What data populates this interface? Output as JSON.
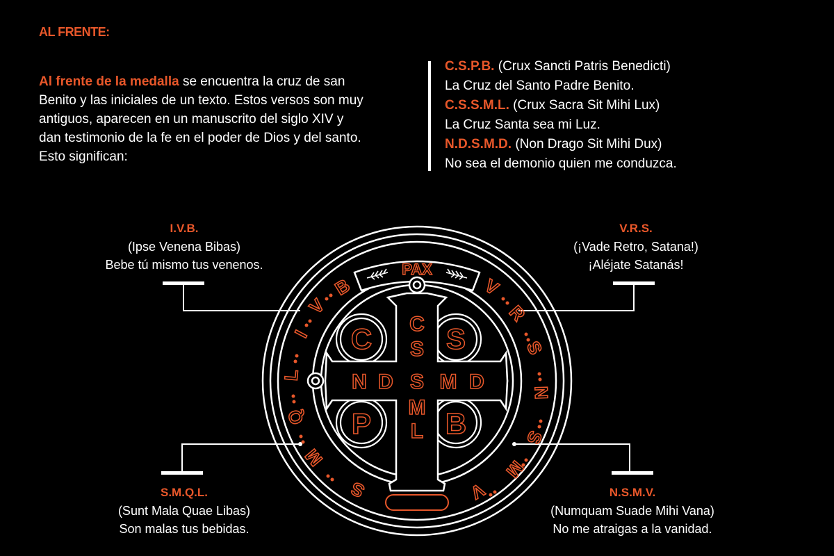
{
  "heading": "AL FRENTE:",
  "intro": {
    "highlight": "Al frente de la medalla",
    "rest": " se encuentra la cruz de san Benito y las iniciales de un texto. Estos versos son muy antiguos, aparecen en un manuscrito del siglo XIV y dan testimonio de la fe en el poder de Dios y del santo. Esto significan:"
  },
  "meanings": [
    {
      "abbr": "C.S.P.B.",
      "latin": " (Crux Sancti Patris Benedicti)",
      "spanish": "La Cruz del Santo Padre Benito."
    },
    {
      "abbr": "C.S.S.M.L.",
      "latin": " (Crux Sacra Sit Mihi Lux)",
      "spanish": "La Cruz Santa sea mi Luz."
    },
    {
      "abbr": "N.D.S.M.D.",
      "latin": " (Non Drago Sit Mihi Dux)",
      "spanish": "No sea el demonio quien me conduzca."
    }
  ],
  "callouts": {
    "top_left": {
      "abbr": "I.V.B.",
      "latin": "(Ipse Venena Bibas)",
      "spanish": "Bebe tú mismo tus venenos."
    },
    "top_right": {
      "abbr": "V.R.S.",
      "latin": "(¡Vade Retro, Satana!)",
      "spanish": "¡Aléjate Satanás!"
    },
    "bottom_left": {
      "abbr": "S.M.Q.L.",
      "latin": "(Sunt Mala Quae Libas)",
      "spanish": "Son malas tus bebidas."
    },
    "bottom_right": {
      "abbr": "N.S.M.V.",
      "latin": "(Numquam Suade Mihi Vana)",
      "spanish": "No me atraigas a la vanidad."
    }
  },
  "medal": {
    "top_word": "PAX",
    "quadrants": [
      "C",
      "S",
      "P",
      "B"
    ],
    "vertical": [
      "C",
      "S",
      "S",
      "M",
      "L"
    ],
    "horizontal": [
      "N",
      "D",
      "S",
      "M",
      "D"
    ],
    "ring_left": [
      "V",
      "R",
      "S",
      "N",
      "S",
      "M",
      "V"
    ],
    "ring_right_label": "I V B / S M Q L",
    "colors": {
      "accent": "#e8572a",
      "line": "#ffffff",
      "background": "#000000"
    }
  }
}
